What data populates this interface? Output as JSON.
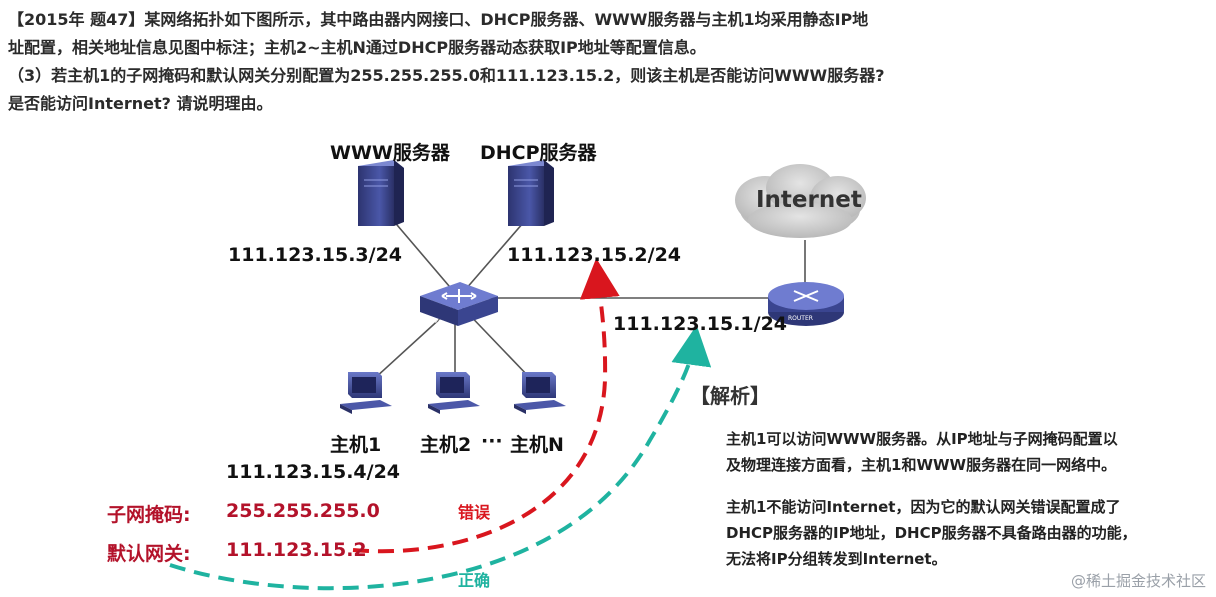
{
  "question": {
    "line1": "【2015年 题47】某网络拓扑如下图所示，其中路由器内网接口、DHCP服务器、WWW服务器与主机1均采用静态IP地",
    "line2": "址配置，相关地址信息见图中标注；主机2~主机N通过DHCP服务器动态获取IP地址等配置信息。",
    "line3": "（3）若主机1的子网掩码和默认网关分别配置为255.255.255.0和111.123.15.2，则该主机是否能访问WWW服务器?",
    "line4": "是否能访问Internet? 请说明理由。"
  },
  "devices": {
    "www_label": "WWW服务器",
    "dhcp_label": "DHCP服务器",
    "www_ip": "111.123.15.3/24",
    "dhcp_ip": "111.123.15.2/24",
    "router_ip": "111.123.15.1/24",
    "internet_label": "Internet",
    "switch_text": "SWITCH",
    "router_text": "ROUTER",
    "host1_label": "主机1",
    "host2_label": "主机2",
    "dots": "···",
    "hostn_label": "主机N",
    "host1_ip": "111.123.15.4/24"
  },
  "config": {
    "mask_label": "子网掩码:",
    "mask_value": "255.255.255.0",
    "gw_label": "默认网关:",
    "gw_value": "111.123.15.2",
    "wrong_label": "错误",
    "right_label": "正确"
  },
  "analysis": {
    "heading": "【解析】",
    "p1_line1": "主机1可以访问WWW服务器。从IP地址与子网掩码配置以",
    "p1_line2": "及物理连接方面看，主机1和WWW服务器在同一网络中。",
    "p2_line1": "主机1不能访问Internet，因为它的默认网关错误配置成了",
    "p2_line2": "DHCP服务器的IP地址，DHCP服务器不具备路由器的功能，",
    "p2_line3": "无法将IP分组转发到Internet。"
  },
  "watermark": "@稀土掘金技术社区",
  "colors": {
    "wrong": "#d9161e",
    "right": "#1fb3a0",
    "device": "#3f4a8c",
    "text_red": "#b3122a"
  }
}
